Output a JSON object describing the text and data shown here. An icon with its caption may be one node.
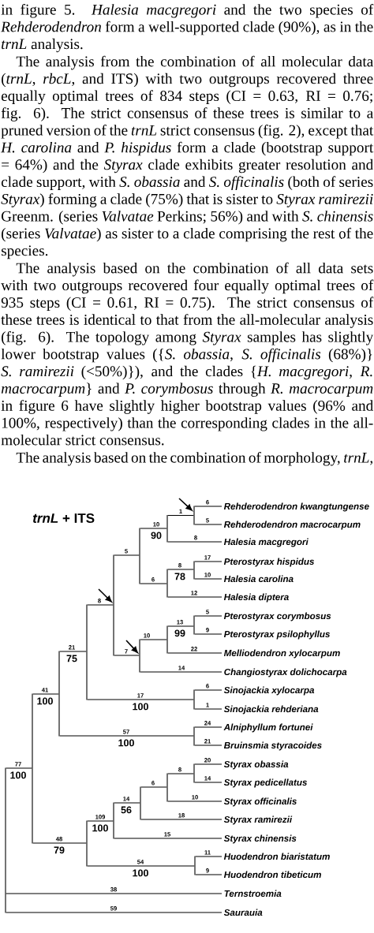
{
  "diagram": {
    "title": "*trnL* + ITS",
    "nodes": [
      {
        "text": [
          "Rehderodendron kwangtungense"
        ]
      },
      {
        "text": [
          "Rehderodendron macrocarpum"
        ]
      },
      {
        "text": [
          "Halesia macgregori"
        ]
      },
      {
        "text": [
          "Pterostyrax hispidus"
        ]
      },
      {
        "text": [
          "Halesia carolina"
        ]
      },
      {
        "text": [
          "Halesia diptera"
        ]
      },
      {
        "text": [
          "Pterostyrax corymbosus"
        ]
      },
      {
        "text": [
          "Pterostyrax psilophyllus"
        ]
      },
      {
        "text": [
          "Melliodendron xylocarpum"
        ]
      },
      {
        "text": [
          "Changiostyrax dolichocarpa"
        ]
      },
      {
        "text": [
          "Sinojackia xylocarpa"
        ]
      },
      {
        "text": [
          "Sinojackia rehderiana"
        ]
      },
      {
        "text": [
          "Alniphyllum fortunei"
        ]
      },
      {
        "text": [
          "Bruinsmia styracoides"
        ]
      },
      {
        "text": [
          "Styrax obassia"
        ]
      },
      {
        "text": [
          "Styrax pedicellatus"
        ]
      },
      {
        "text": [
          "Styrax officinalis"
        ]
      },
      {
        "text": [
          "Styrax ramirezii"
        ]
      },
      {
        "text": [
          "Styrax chinensis"
        ]
      },
      {
        "text": [
          "Huodendron biaristatum"
        ]
      },
      {
        "text": [
          "Huodendron tibeticum"
        ]
      },
      {
        "text": [
          "Ternstroemia"
        ]
      },
      {
        "text": [
          "Saurauia"
        ]
      },
      {
        "text": [],
        "shape": "bar"
      },
      {
        "text": [],
        "shape": "bar",
        "beside": [
          "100"
        ]
      },
      {
        "text": [],
        "shape": "bar",
        "beside": [
          "100"
        ]
      },
      {
        "text": [],
        "shape": "bar",
        "beside": [
          "75"
        ]
      },
      {
        "text": [],
        "shape": "bar"
      },
      {
        "text": [],
        "shape": "bar"
      },
      {
        "text": [],
        "shape": "bar",
        "beside": [
          "90"
        ]
      },
      {
        "text": [],
        "shape": "bar"
      },
      {
        "text": [],
        "shape": "bar"
      },
      {
        "text": [],
        "shape": "bar",
        "beside": [
          "78"
        ]
      },
      {
        "text": [],
        "shape": "bar"
      },
      {
        "text": [],
        "shape": "bar"
      },
      {
        "text": [],
        "shape": "bar",
        "beside": [
          "99"
        ]
      },
      {
        "text": [],
        "shape": "bar"
      },
      {
        "text": [],
        "shape": "bar"
      },
      {
        "text": [],
        "shape": "bar",
        "beside": [
          "79"
        ]
      },
      {
        "text": [],
        "shape": "bar",
        "beside": [
          "100"
        ]
      },
      {
        "text": [],
        "shape": "bar",
        "beside": [
          "56"
        ]
      },
      {
        "text": [],
        "shape": "bar"
      },
      {
        "text": [],
        "shape": "bar"
      },
      {
        "text": [],
        "shape": "bar"
      }
    ],
    "edges": [
      {
        "from": 23,
        "to": 24,
        "arrow": "none",
        "label": "77"
      },
      {
        "from": 23,
        "to": 21,
        "arrow": "none",
        "label": "38"
      },
      {
        "from": 23,
        "to": 22,
        "arrow": "none",
        "label": "59"
      },
      {
        "from": 24,
        "to": 25,
        "arrow": "none",
        "label": "41"
      },
      {
        "from": 24,
        "to": 38,
        "arrow": "none",
        "label": "48"
      },
      {
        "from": 25,
        "to": 26,
        "arrow": "none",
        "label": "21"
      },
      {
        "from": 25,
        "to": 37,
        "arrow": "none",
        "label": "57"
      },
      {
        "from": 26,
        "to": 27,
        "arrow": "none",
        "label": "8"
      },
      {
        "from": 26,
        "to": 36,
        "arrow": "none",
        "label": "17"
      },
      {
        "from": 27,
        "to": 28,
        "arrow": "none",
        "label": "5"
      },
      {
        "from": 27,
        "to": 33,
        "arrow": "none",
        "label": "7"
      },
      {
        "from": 28,
        "to": 29,
        "arrow": "none",
        "label": "10"
      },
      {
        "from": 28,
        "to": 31,
        "arrow": "none",
        "label": "6"
      },
      {
        "from": 29,
        "to": 30,
        "arrow": "none",
        "label": "1"
      },
      {
        "from": 29,
        "to": 2,
        "arrow": "none",
        "label": "8"
      },
      {
        "from": 30,
        "to": 0,
        "arrow": "none",
        "label": "6"
      },
      {
        "from": 30,
        "to": 1,
        "arrow": "none",
        "label": "5"
      },
      {
        "from": 31,
        "to": 32,
        "arrow": "none",
        "label": "8"
      },
      {
        "from": 31,
        "to": 5,
        "arrow": "none",
        "label": "12"
      },
      {
        "from": 32,
        "to": 3,
        "arrow": "none",
        "label": "17"
      },
      {
        "from": 32,
        "to": 4,
        "arrow": "none",
        "label": "10"
      },
      {
        "from": 33,
        "to": 34,
        "arrow": "none",
        "label": "10"
      },
      {
        "from": 33,
        "to": 9,
        "arrow": "none",
        "label": "14"
      },
      {
        "from": 34,
        "to": 35,
        "arrow": "none",
        "label": "13"
      },
      {
        "from": 34,
        "to": 8,
        "arrow": "none",
        "label": "22"
      },
      {
        "from": 35,
        "to": 6,
        "arrow": "none",
        "label": "5"
      },
      {
        "from": 35,
        "to": 7,
        "arrow": "none",
        "label": "9"
      },
      {
        "from": 36,
        "to": 10,
        "arrow": "none",
        "label": "6"
      },
      {
        "from": 36,
        "to": 11,
        "arrow": "none",
        "label": "1"
      },
      {
        "from": 37,
        "to": 12,
        "arrow": "none",
        "label": "24"
      },
      {
        "from": 37,
        "to": 13,
        "arrow": "none",
        "label": "21"
      },
      {
        "from": 38,
        "to": 39,
        "arrow": "none",
        "label": "109"
      },
      {
        "from": 38,
        "to": 43,
        "arrow": "none",
        "label": "54"
      },
      {
        "from": 39,
        "to": 40,
        "arrow": "none",
        "label": "14"
      },
      {
        "from": 39,
        "to": 18,
        "arrow": "none",
        "label": "15"
      },
      {
        "from": 40,
        "to": 41,
        "arrow": "none",
        "label": "6"
      },
      {
        "from": 40,
        "to": 17,
        "arrow": "none",
        "label": "18"
      },
      {
        "from": 41,
        "to": 42,
        "arrow": "none",
        "label": "8"
      },
      {
        "from": 41,
        "to": 16,
        "arrow": "none",
        "label": "10"
      },
      {
        "from": 42,
        "to": 14,
        "arrow": "none",
        "label": "20"
      },
      {
        "from": 42,
        "to": 15,
        "arrow": "none",
        "label": "14"
      },
      {
        "from": 43,
        "to": 19,
        "arrow": "none",
        "label": "11"
      },
      {
        "from": 43,
        "to": 20,
        "arrow": "none",
        "label": "9"
      },
      {
        "from": null,
        "to": 27,
        "arrow": "to"
      },
      {
        "from": null,
        "to": 33,
        "arrow": "to"
      },
      {
        "from": null,
        "to": 30,
        "arrow": "to"
      }
    ],
    "labels": [
      "in figure 5. *Halesia macgregori* and the two species of *Rehderodendron* form a well-supported clade (90%), as in the *trnL* analysis.",
      "The analysis from the combination of all molecular data (*trnL*, *rbcL*, and ITS) with two outgroups recovered three equally optimal trees of 834 steps (CI = 0.63, RI = 0.76; fig. 6). The strict consensus of these trees is similar to a pruned version of the *trnL* strict consensus (fig. 2), except that *H. carolina* and *P. hispidus* form a clade (bootstrap support = 64%) and the *Styrax* clade exhibits greater resolution and clade support, with *S. obassia* and *S. officinalis* (both of series *Styrax*) forming a clade (75%) that is sister to *Styrax ramirezii* Greenm. (series *Valvatae* Perkins; 56%) and with *S. chinensis* (series *Valvatae*) as sister to a clade comprising the rest of the species.",
      "The analysis based on the combination of all data sets with two outgroups recovered four equally optimal trees of 935 steps (CI = 0.61, RI = 0.75). The strict consensus of these trees is identical to that from the all-molecular analysis (fig. 6). The topology among *Styrax* samples has slightly lower bootstrap values ({*S. obassia*, *S. officinalis* (68%)} *S. ramirezii* (<50%)}), and the clades {*H. macgregori*, *R. macrocarpum*} and *P. corymbosus* through *R. macrocarpum* in figure 6 have slightly higher bootstrap values (96% and 100%, respectively) than the corresponding clades in the all-molecular strict consensus.",
      "The analysis based on the combination of morphology, *trnL*,",
      "100",
      "100",
      "100"
    ]
  }
}
